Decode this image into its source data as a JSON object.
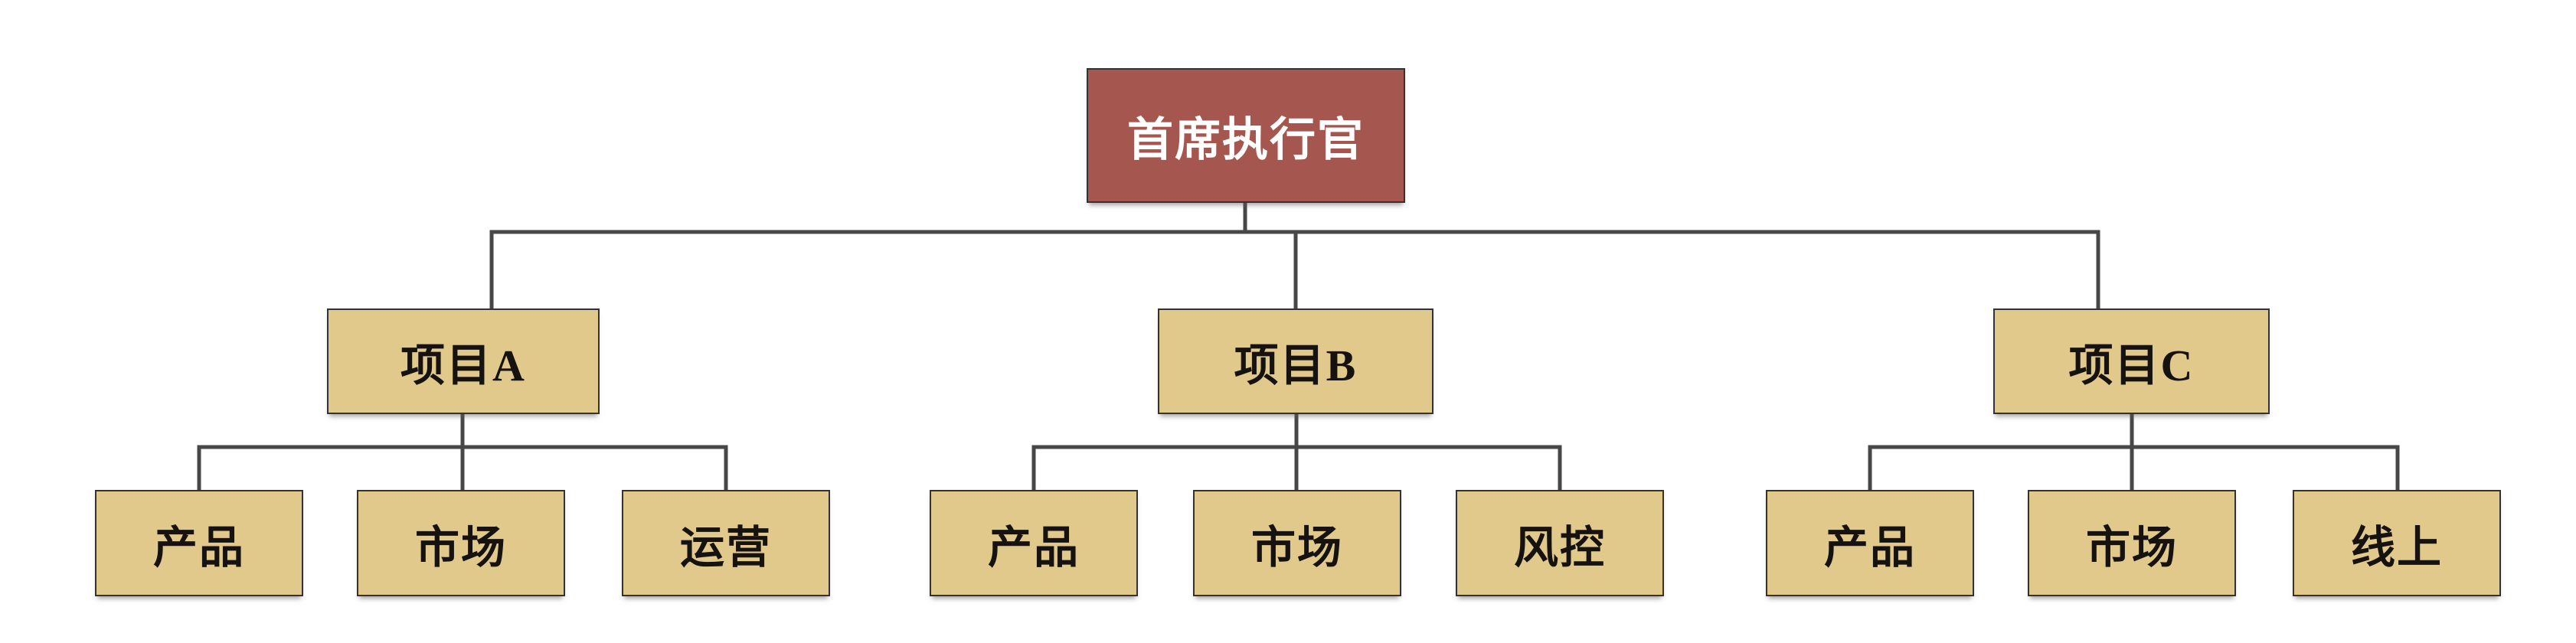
{
  "diagram": {
    "type": "org-chart",
    "colors": {
      "root_fill": "#a4564f",
      "root_text": "#ffffff",
      "node_fill": "#e1c98b",
      "node_text": "#151210",
      "border": "#333333",
      "line": "#474747",
      "background": "#ffffff"
    },
    "root": {
      "label": "首席执行官"
    },
    "branches": [
      {
        "label": "项目A",
        "children": [
          {
            "label": "产品"
          },
          {
            "label": "市场"
          },
          {
            "label": "运营"
          }
        ]
      },
      {
        "label": "项目B",
        "children": [
          {
            "label": "产品"
          },
          {
            "label": "市场"
          },
          {
            "label": "风控"
          }
        ]
      },
      {
        "label": "项目C",
        "children": [
          {
            "label": "产品"
          },
          {
            "label": "市场"
          },
          {
            "label": "线上"
          }
        ]
      }
    ]
  }
}
